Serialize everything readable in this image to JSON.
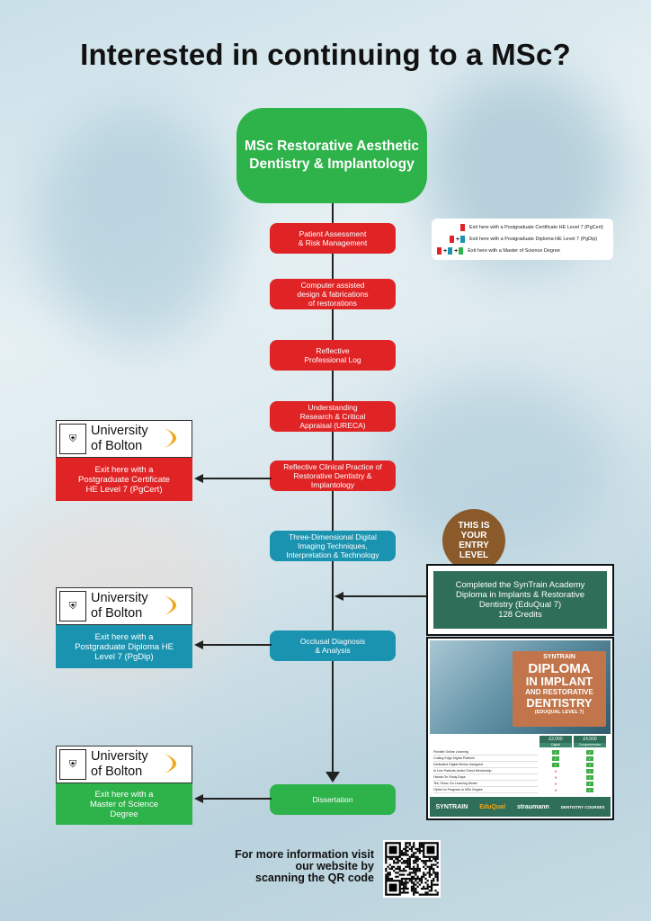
{
  "title": "Interested in continuing to a MSc?",
  "top_node": "MSc Restorative Aesthetic Dentistry & Implantology",
  "modules": [
    {
      "label": "Patient Assessment\n& Risk Management",
      "color": "red"
    },
    {
      "label": "Computer assisted\ndesign & fabrications\nof restorations",
      "color": "red"
    },
    {
      "label": "Reflective\nProfessional Log",
      "color": "red"
    },
    {
      "label": "Understanding\nResearch & Critical\nAppraisal (URECA)",
      "color": "red"
    },
    {
      "label": "Reflective Clinical Practice of\nRestorative Dentistry &\nImplantology",
      "color": "red"
    },
    {
      "label": "Three-Dimensional Digital\nImaging Techniques,\nInterpretation & Technology",
      "color": "teal"
    },
    {
      "label": "Occlusal Diagnosis\n& Analysis",
      "color": "teal"
    },
    {
      "label": "Dissertation",
      "color": "green"
    }
  ],
  "legend": [
    "Exit here with a Postgraduate Certificate HE Level 7 (PgCert)",
    "Exit here with a Postgraduate Diploma HE Level 7 (PgDip)",
    "Exit here with a Master of Science Degree"
  ],
  "university": {
    "name_line1": "University",
    "name_line2": "of Bolton"
  },
  "exits": [
    {
      "label": "Exit here with a\nPostgraduate Certificate\nHE Level 7 (PgCert)",
      "color": "#e02426"
    },
    {
      "label": "Exit here with a\nPostgraduate Diploma HE\nLevel 7 (PgDip)",
      "color": "#1a93b0"
    },
    {
      "label": "Exit here with a\nMaster of Science\nDegree",
      "color": "#2eb24a"
    }
  ],
  "entry": {
    "badge": "THIS IS\nYOUR\nENTRY\nLEVEL",
    "completed": "Completed the SynTrain Academy\nDiploma in Implants & Restorative\nDentistry (EduQual 7)\n128 Credits"
  },
  "brochure": {
    "brand": "SYNTRAIN",
    "title_l1": "DIPLOMA",
    "title_l2": "IN IMPLANT",
    "title_l3": "AND RESTORATIVE",
    "title_l4": "DENTISTRY",
    "subtitle": "(EDUQUAL LEVEL 7)",
    "price_digital": "£2,000",
    "price_comprehensive": "£4,500",
    "col_digital": "Digital",
    "col_comprehensive": "Comprehensive",
    "rows": [
      "Flexible Online Learning",
      "Cutting Edge Digital Platform",
      "Dedicated Digital Mentor Assigned",
      "In Live Patients Under Direct Mentorship",
      "Hands On Study Days",
      "Tell, Show, Do Learning Model",
      "Option to Progress to MSc Degree"
    ],
    "footer": [
      "SYNTRAIN",
      "EduQual",
      "straumann",
      "DENTISTRY COURSES"
    ]
  },
  "info": "For more information visit\nour website by\nscanning the QR code",
  "colors": {
    "red": "#e02426",
    "teal": "#1a93b0",
    "green": "#2eb24a",
    "brown": "#8b5a2b"
  }
}
